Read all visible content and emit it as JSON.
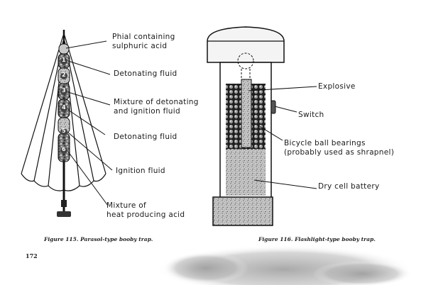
{
  "figure_115": {
    "labels": {
      "phial": [
        "Phial containing",
        "sulphuric acid"
      ],
      "detonating_1": "Detonating fluid",
      "mixture_det_ign": [
        "Mixture of detonating",
        "and ignition fluid"
      ],
      "detonating_2": "Detonating fluid",
      "ignition": "Ignition fluid",
      "mixture_heat": [
        "Mixture of",
        "heat producing acid"
      ]
    },
    "segment_numbers": [
      "1",
      "2",
      "3",
      "4",
      "5",
      "6"
    ],
    "caption": "Figure 115. Parasol-type booby trap."
  },
  "figure_116": {
    "labels": {
      "explosive": "Explosive",
      "switch": "Switch",
      "bearings": [
        "Bicycle ball bearings",
        "(probably used as shrapnel)"
      ],
      "battery": "Dry cell battery"
    },
    "caption": "Figure 116. Flashlight-type booby trap."
  },
  "page_number": "172"
}
